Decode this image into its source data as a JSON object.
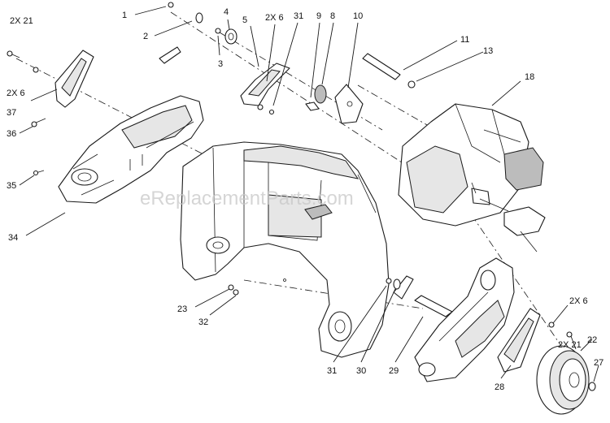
{
  "watermark": "eReplacementParts.com",
  "callouts": {
    "c1": "1",
    "c2": "2",
    "c3": "3",
    "c4": "4",
    "c5": "5",
    "c2x6_top": "2X 6",
    "c31_top": "31",
    "c9": "9",
    "c8": "8",
    "c10": "10",
    "c11": "11",
    "c13": "13",
    "c18": "18",
    "c2x21_top": "2X 21",
    "c2x6_left": "2X 6",
    "c37": "37",
    "c36": "36",
    "c35": "35",
    "c34": "34",
    "c23": "23",
    "c32": "32",
    "c31_bottom": "31",
    "c30": "30",
    "c29": "29",
    "c28": "28",
    "c2x6_right": "2X 6",
    "c2x21_right": "2X 21",
    "c22": "22",
    "c27": "27"
  }
}
